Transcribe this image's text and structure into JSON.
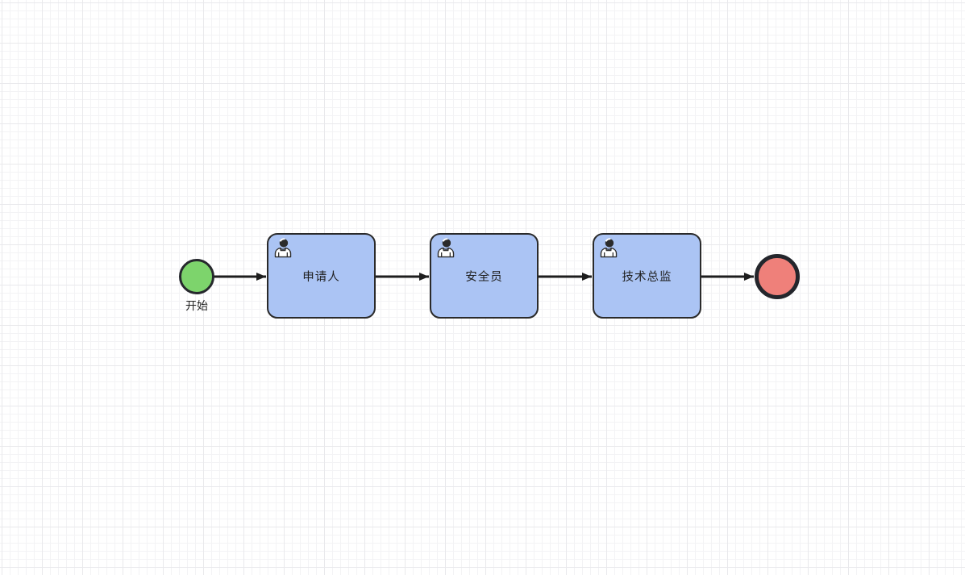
{
  "diagram": {
    "start_event": {
      "label": "开始",
      "fill": "#7dd46c",
      "border": "#26282d"
    },
    "tasks": [
      {
        "label": "申请人",
        "icon": "user-icon"
      },
      {
        "label": "安全员",
        "icon": "user-icon"
      },
      {
        "label": "技术总监",
        "icon": "user-icon"
      }
    ],
    "end_event": {
      "fill": "#ef807a",
      "border": "#24262c"
    },
    "colors": {
      "task_fill": "#abc4f4",
      "task_border": "#2a2a2a",
      "arrow": "#1e1e1e",
      "grid_minor": "#f3f3f5",
      "grid_major": "#e9e9ec",
      "text": "#1f1f1f"
    }
  }
}
